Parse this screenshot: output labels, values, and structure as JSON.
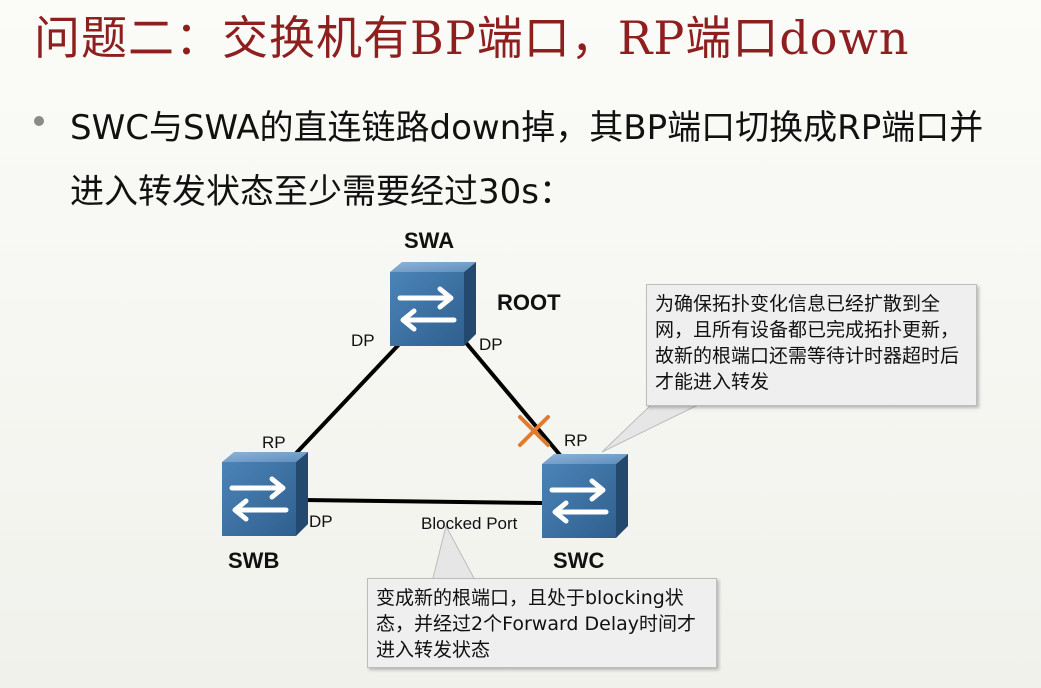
{
  "title": "问题二：交换机有BP端口，RP端口down",
  "bullet": "SWC与SWA的直连链路down掉，其BP端口切换成RP端口并进入转发状态至少需要经过30s：",
  "switches": {
    "swa": {
      "name": "SWA",
      "role": "ROOT"
    },
    "swb": {
      "name": "SWB"
    },
    "swc": {
      "name": "SWC"
    }
  },
  "ports": {
    "swa_left": "DP",
    "swa_right": "DP",
    "swb_top": "RP",
    "swb_right": "DP",
    "swc_top": "RP",
    "swc_left": "Blocked Port"
  },
  "links": [
    {
      "from": "SWA",
      "to": "SWB",
      "status": "up"
    },
    {
      "from": "SWA",
      "to": "SWC",
      "status": "down"
    },
    {
      "from": "SWB",
      "to": "SWC",
      "status": "up"
    }
  ],
  "callout_top": "为确保拓扑变化信息已经扩散到全网，且所有设备都已完成拓扑更新，故新的根端口还需等待计时器超时后才能进入转发",
  "callout_bottom": "变成新的根端口，且处于blocking状态，并经过2个Forward Delay时间才进入转发状态",
  "colors": {
    "title": "#8e1f1f",
    "switch": "#3f74a6",
    "failure_mark": "#e07b2e"
  }
}
